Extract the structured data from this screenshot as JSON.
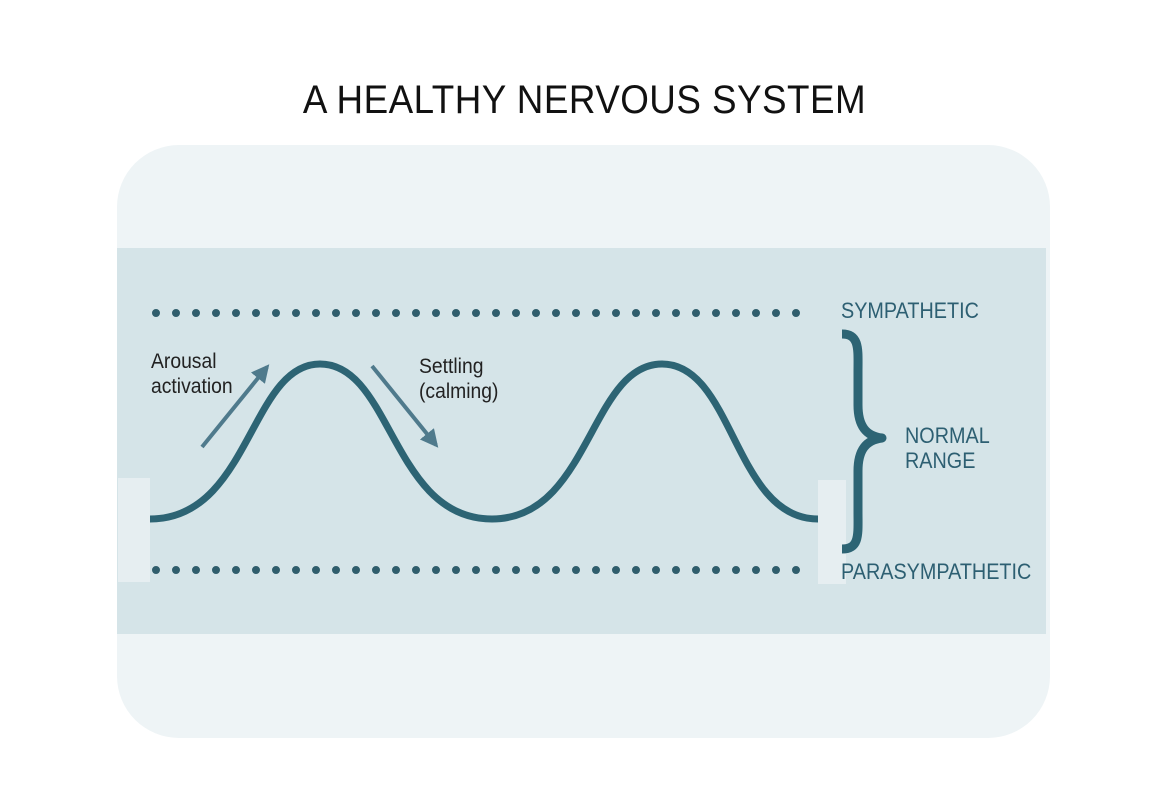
{
  "title": "A HEALTHY NERVOUS SYSTEM",
  "labels": {
    "upper_bound": "SYMPATHETIC",
    "lower_bound": "PARASYMPATHETIC",
    "range": [
      "NORMAL",
      "RANGE"
    ],
    "rising": [
      "Arousal",
      "activation"
    ],
    "falling": [
      "Settling",
      "(calming)"
    ]
  },
  "colors": {
    "wave": "#2d6474",
    "dots": "#2f5d6c",
    "arrow": "#4f7a8c",
    "brace": "#2d6474",
    "text_accent": "#2d5f72",
    "band": "#d5e4e8",
    "panel": "#eef4f6"
  }
}
